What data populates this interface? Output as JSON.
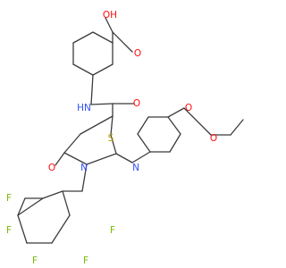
{
  "colors": {
    "bond": "#3b3b3b",
    "oxygen": "#ff0d0d",
    "nitrogen": "#3050f8",
    "sulfur": "#b2a000",
    "fluorine": "#78b800"
  },
  "atoms": {
    "cooh_oh": "OH",
    "cooh_o": "O",
    "amide_nh": "HN",
    "amide_o": "O",
    "ring_s": "S",
    "ring_o": "O",
    "ring_n": "N",
    "imine_n": "N",
    "ester_o_carbonyl": "O",
    "ester_o": "O",
    "f1": "F",
    "f2": "F",
    "f3": "F",
    "f4": "F",
    "f5": "F"
  }
}
